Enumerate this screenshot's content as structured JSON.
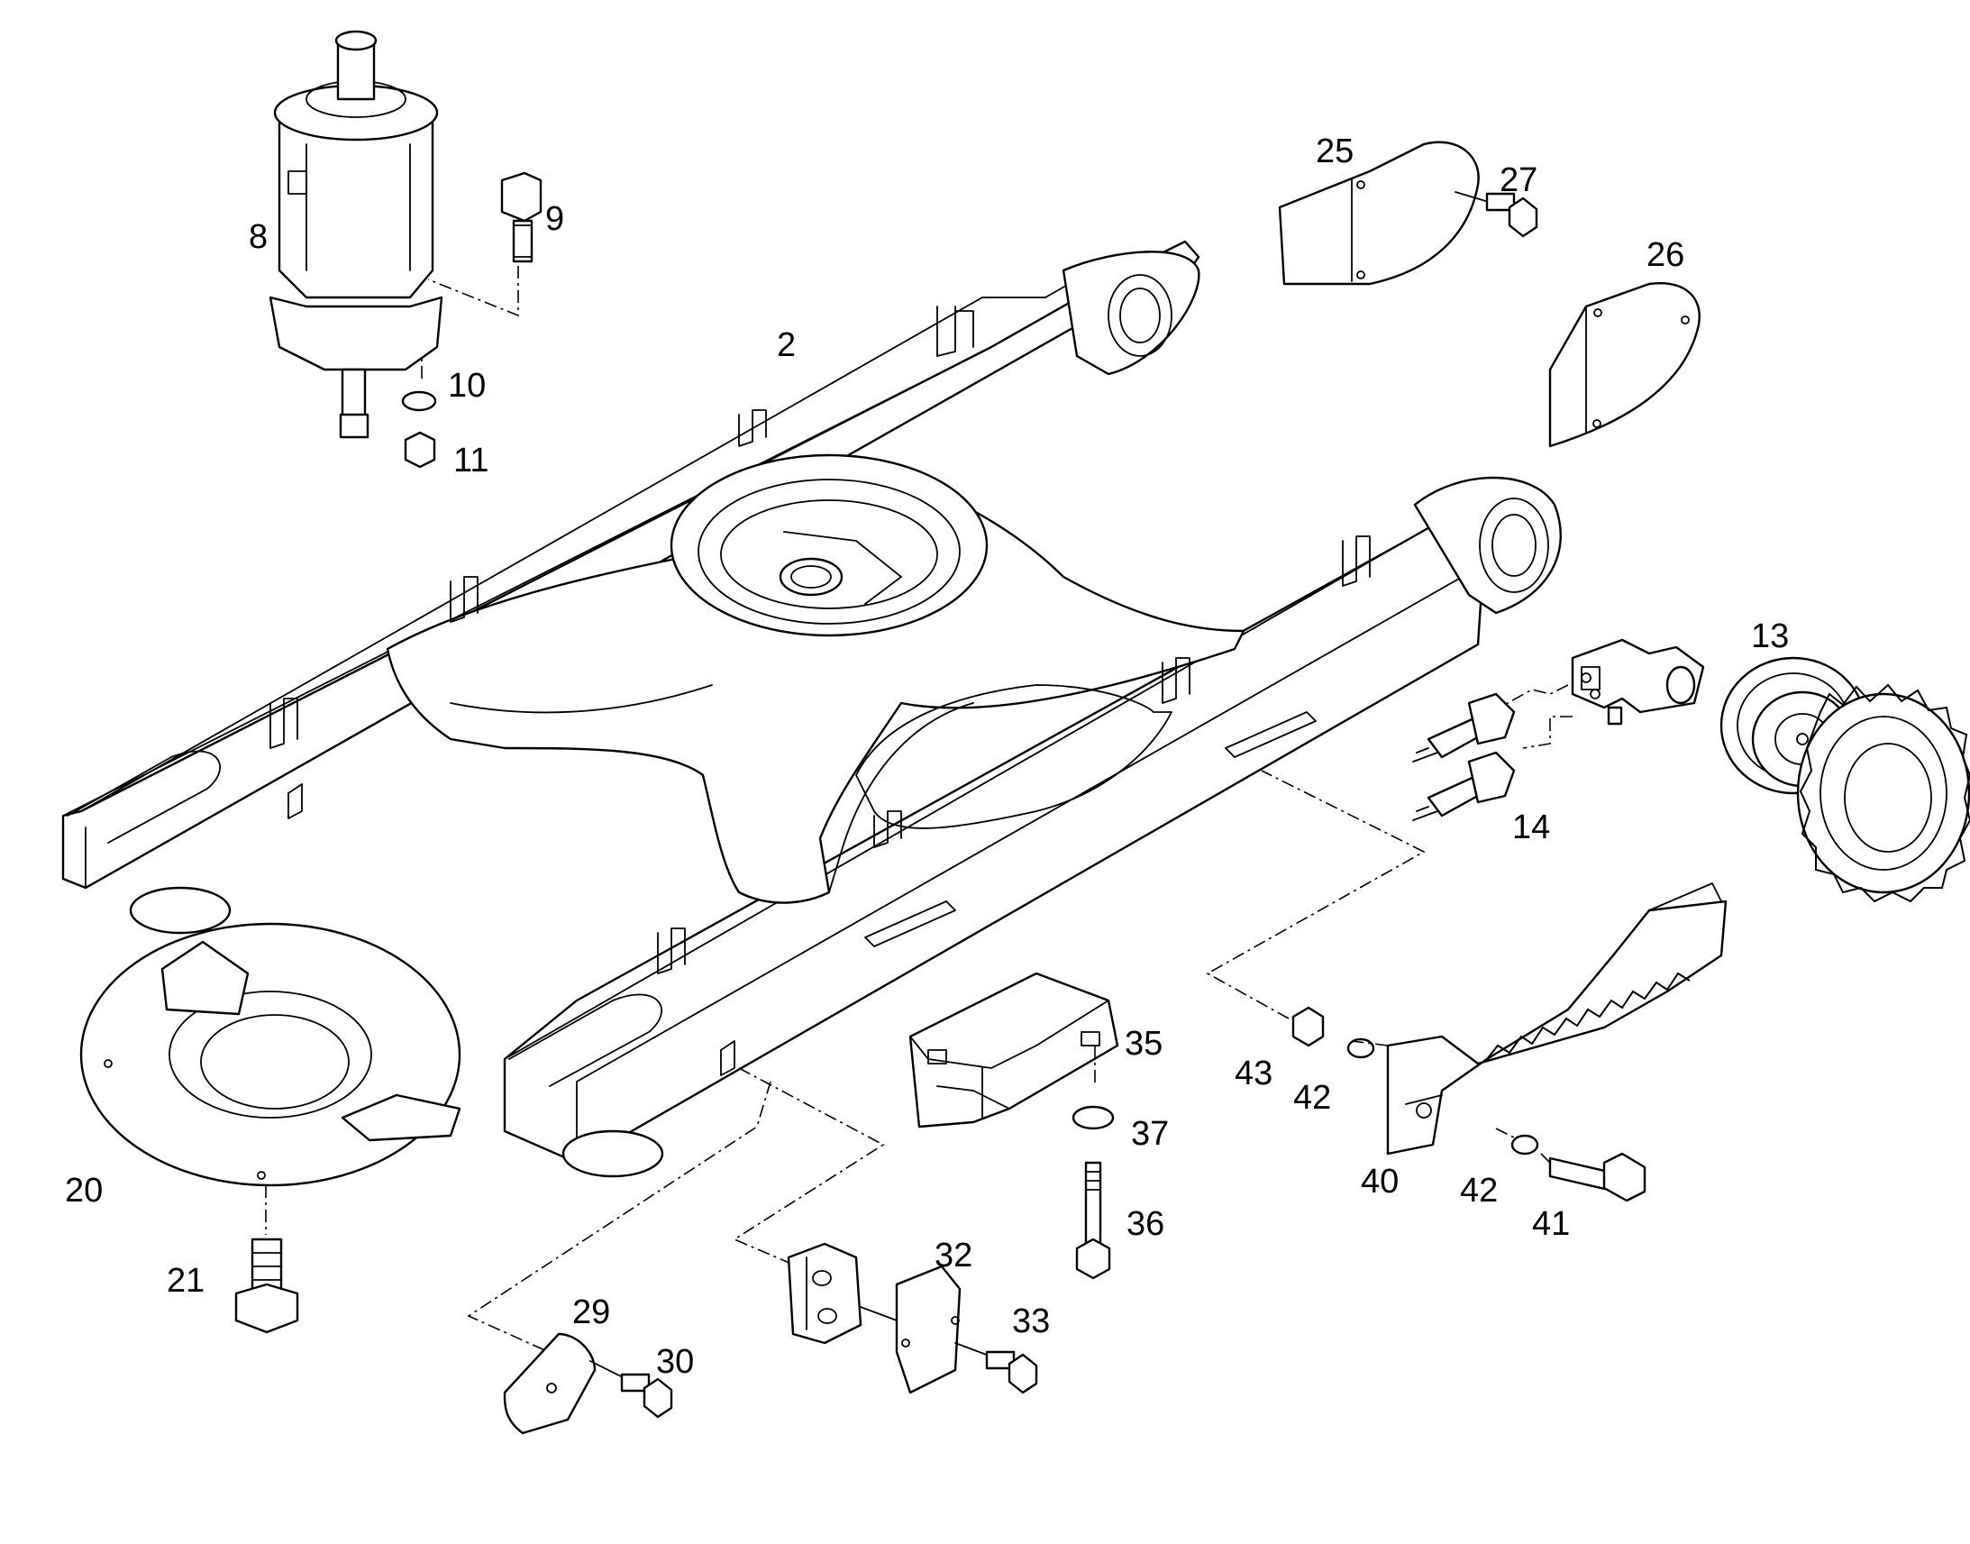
{
  "callouts": {
    "c2": "2",
    "c8": "8",
    "c9": "9",
    "c10": "10",
    "c11": "11",
    "c13": "13",
    "c14": "14",
    "c20": "20",
    "c21": "21",
    "c25": "25",
    "c26": "26",
    "c27": "27",
    "c29": "29",
    "c30": "30",
    "c32": "32",
    "c33": "33",
    "c35": "35",
    "c36": "36",
    "c37": "37",
    "c40": "40",
    "c41": "41",
    "c42a": "42",
    "c42b": "42",
    "c43": "43"
  }
}
